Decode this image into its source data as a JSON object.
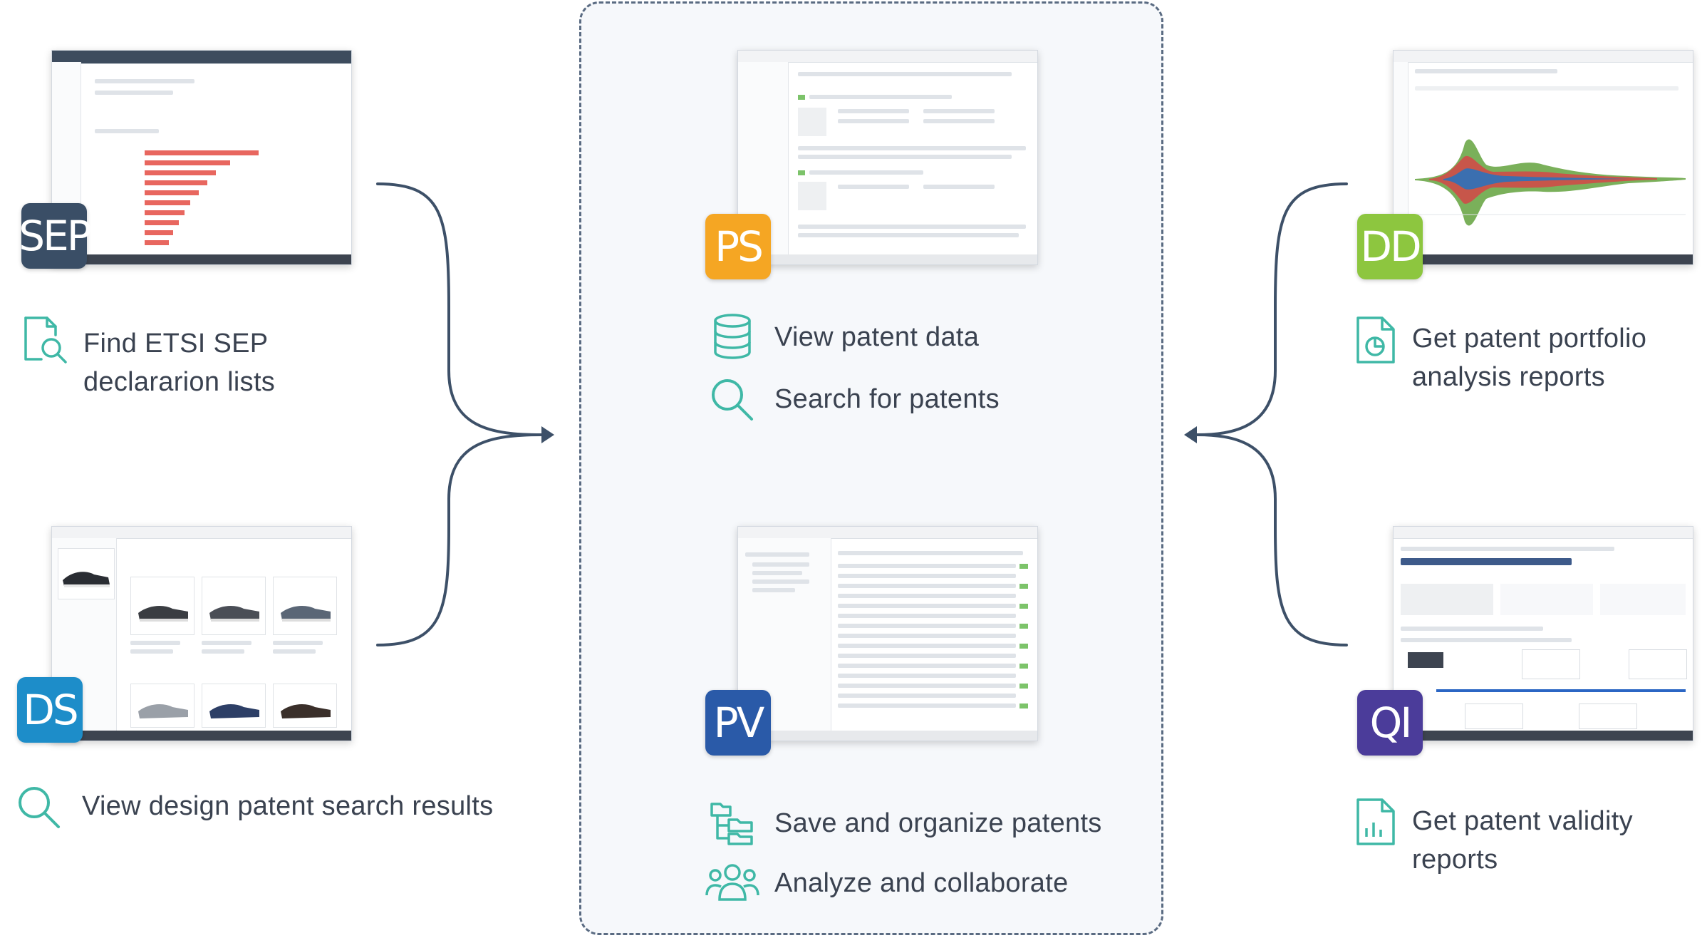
{
  "left_top": {
    "label_line1": "Find ETSI SEP",
    "label_line2": "declararion lists",
    "logo": "SEP",
    "logo_color": "#3a4e66"
  },
  "left_bottom": {
    "label": "View design patent search results",
    "logo": "DS",
    "logo_color": "#1d8dc9"
  },
  "center": {
    "logo_top": "PS",
    "logo_top_color": "#f5a623",
    "logo_bottom": "PV",
    "logo_bottom_color": "#2a5aa8",
    "item1": "View patent data",
    "item2": "Search for patents",
    "item3": "Save and organize patents",
    "item4": "Analyze and collaborate"
  },
  "right_top": {
    "label_line1": "Get patent portfolio",
    "label_line2": "analysis reports",
    "logo": "DD",
    "logo_color": "#8dc63f"
  },
  "right_bottom": {
    "label_line1": "Get patent validity",
    "label_line2": "reports",
    "logo": "QI",
    "logo_color": "#4b3c9a"
  },
  "icons": {
    "find_sep": "document-search-icon",
    "design_search": "search-icon",
    "view_data": "database-icon",
    "search_patents": "search-icon",
    "save_organize": "folder-tree-icon",
    "analyze_collaborate": "users-icon",
    "portfolio_report": "chart-document-icon",
    "validity_report": "bar-chart-document-icon"
  },
  "colors": {
    "accent": "#3fb8a6",
    "connector": "#3d5068",
    "dashed_border": "#5a6b82"
  }
}
